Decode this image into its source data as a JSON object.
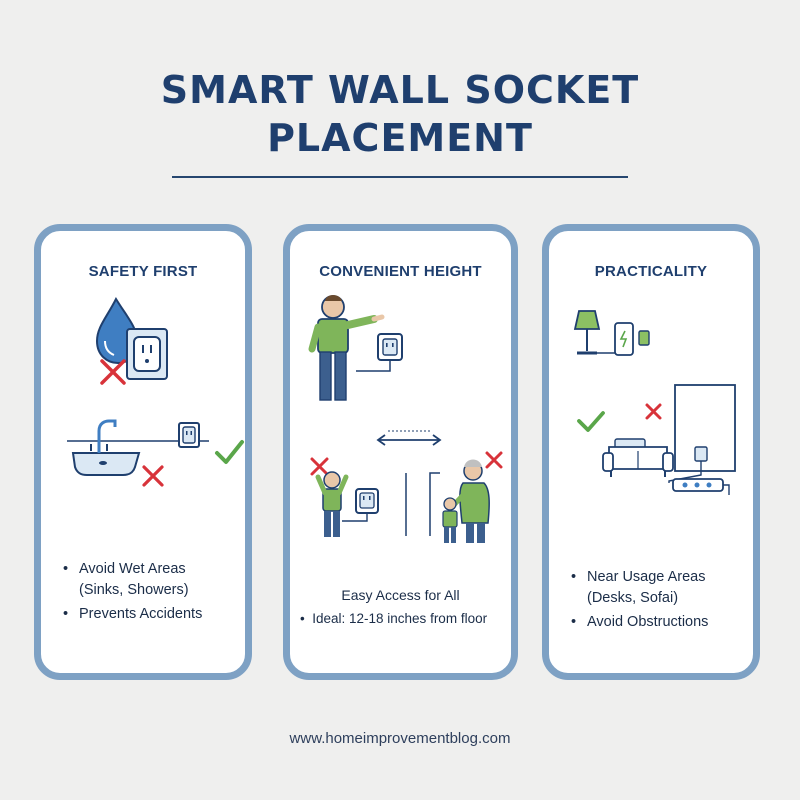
{
  "title": {
    "line1": "SMART WALL SOCKET",
    "line2": "PLACEMENT"
  },
  "cards": [
    {
      "title": "SAFETY FIRST",
      "bullets": [
        "Avoid Wet Areas",
        "(Sinks, Showers)",
        "Prevents Accidents"
      ],
      "icons": [
        "water-drop-icon",
        "wall-socket-icon",
        "cross-icon",
        "sink-icon",
        "check-icon"
      ]
    },
    {
      "title": "CONVENIENT HEIGHT",
      "caption": "Easy Access for All",
      "bullets": [
        "Ideal: 12-18 inches from floor"
      ],
      "icons": [
        "adult-pointing-icon",
        "child-icon",
        "grandparent-child-icon",
        "wall-socket-icon",
        "cross-icon",
        "arrow-both-icon"
      ]
    },
    {
      "title": "PRACTICALITY",
      "bullets": [
        "Near Usage Areas",
        "(Desks, Sofai)",
        "Avoid Obstructions"
      ],
      "icons": [
        "lamp-icon",
        "phone-charging-icon",
        "sofa-icon",
        "power-strip-icon",
        "cross-icon",
        "check-icon"
      ]
    }
  ],
  "footer": "www.homeimprovementblog.com",
  "colors": {
    "navy": "#1f3f6e",
    "card_border": "#7ea1c4",
    "red": "#d8333a",
    "green": "#5aa64a",
    "water": "#3f7ec2"
  }
}
